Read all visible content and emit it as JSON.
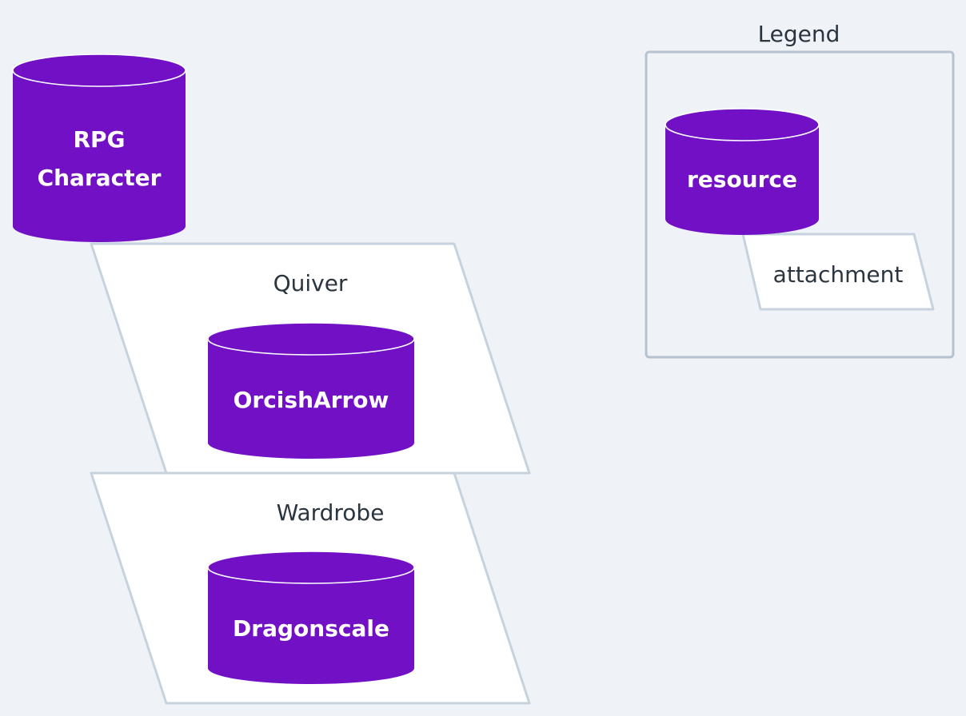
{
  "diagram": {
    "character": {
      "line1": "RPG",
      "line2": "Character"
    },
    "quiver": {
      "label": "Quiver",
      "resource": "OrcishArrow"
    },
    "wardrobe": {
      "label": "Wardrobe",
      "resource": "Dragonscale"
    },
    "legend": {
      "title": "Legend",
      "resource": "resource",
      "attachment": "attachment"
    }
  },
  "colors": {
    "resource_fill": "#7210c5",
    "attachment_fill": "#ffffff",
    "attachment_stroke": "#c6d3df",
    "legend_border": "#b6c2cd",
    "background": "#eff3f7",
    "label_text": "#2b3540"
  }
}
